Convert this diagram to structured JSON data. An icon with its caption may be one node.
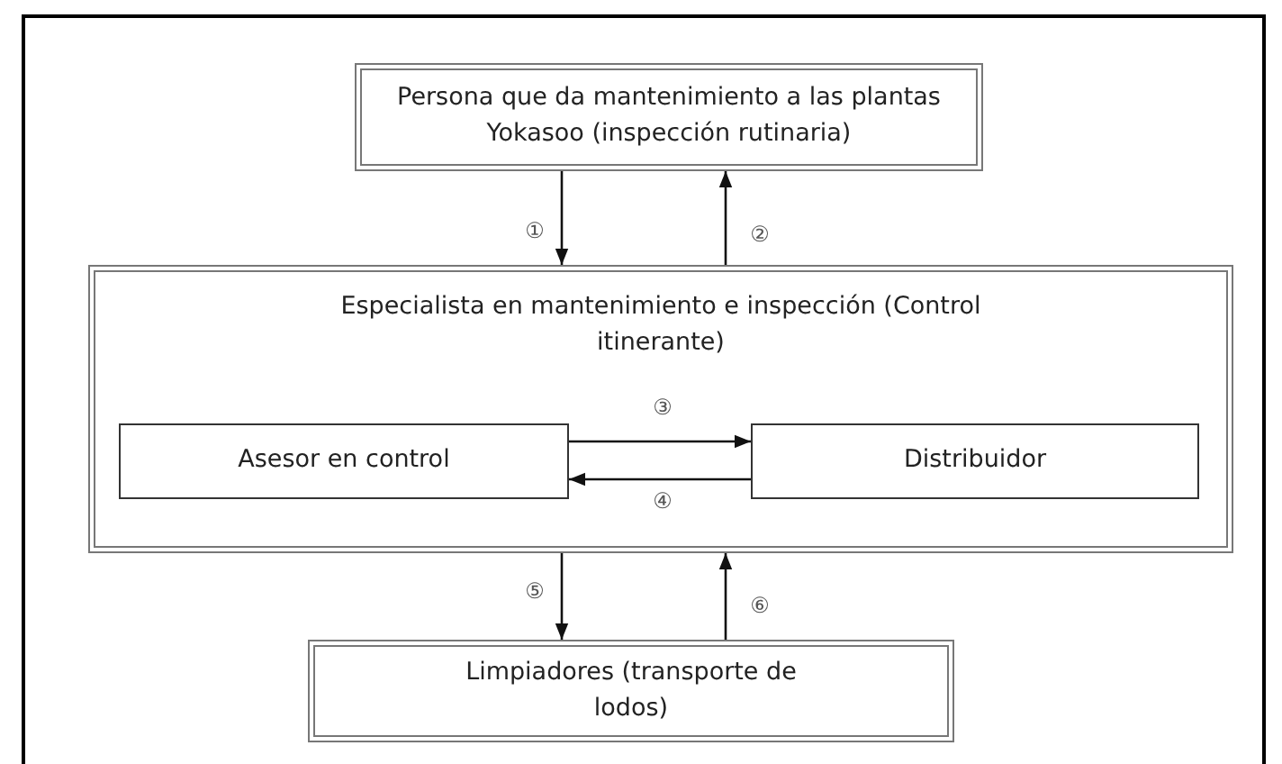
{
  "diagram": {
    "nodes": [
      {
        "text": [
          "Persona que da mantenimiento a las plantas Yokasoo (inspección rutinaria)"
        ]
      },
      {
        "text": [
          "Especialista en mantenimiento e inspección (Control itinerante)"
        ]
      },
      {
        "text": [
          "Asesor en control"
        ],
        "in": 1
      },
      {
        "text": [
          "Distribuidor"
        ],
        "in": 1
      },
      {
        "text": [
          "Limpiadores (transporte de lodos)"
        ]
      }
    ],
    "edges": [
      {
        "from": 0,
        "to": 1,
        "arrow": "to",
        "label": "①"
      },
      {
        "from": 1,
        "to": 0,
        "arrow": "to",
        "label": "②"
      },
      {
        "from": 2,
        "to": 3,
        "arrow": "to",
        "label": "③"
      },
      {
        "from": 3,
        "to": 2,
        "arrow": "to",
        "label": "④"
      },
      {
        "from": 1,
        "to": 4,
        "arrow": "to",
        "label": "⑤"
      },
      {
        "from": 4,
        "to": 1,
        "arrow": "to",
        "label": "⑥"
      }
    ]
  }
}
